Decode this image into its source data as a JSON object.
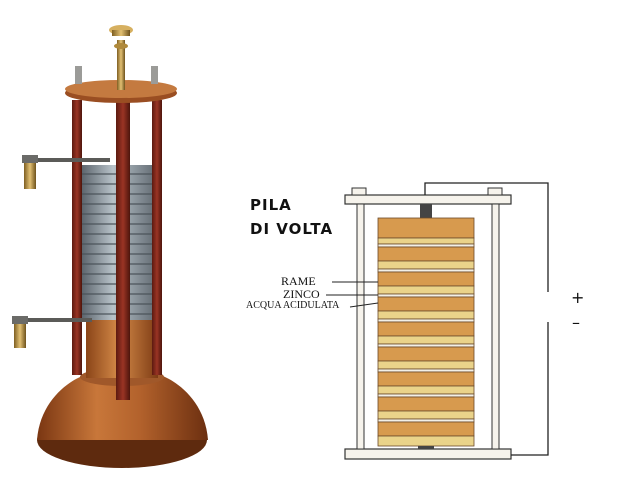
{
  "title_line1": "PILA",
  "title_line2": "DI VOLTA",
  "labels": {
    "copper": "RAME",
    "zinc": "ZINCO",
    "acid": "ACQUA ACIDULATA"
  },
  "terminals": {
    "positive": "+",
    "negative": "–"
  },
  "colors": {
    "wood": "#b5652d",
    "wood_dark": "#7a3a18",
    "rod": "#8a2a1a",
    "coil": "#8e9aa3",
    "brass": "#c9a24a",
    "copper_disc": "#d79a4e",
    "zinc_disc": "#ead38a"
  }
}
